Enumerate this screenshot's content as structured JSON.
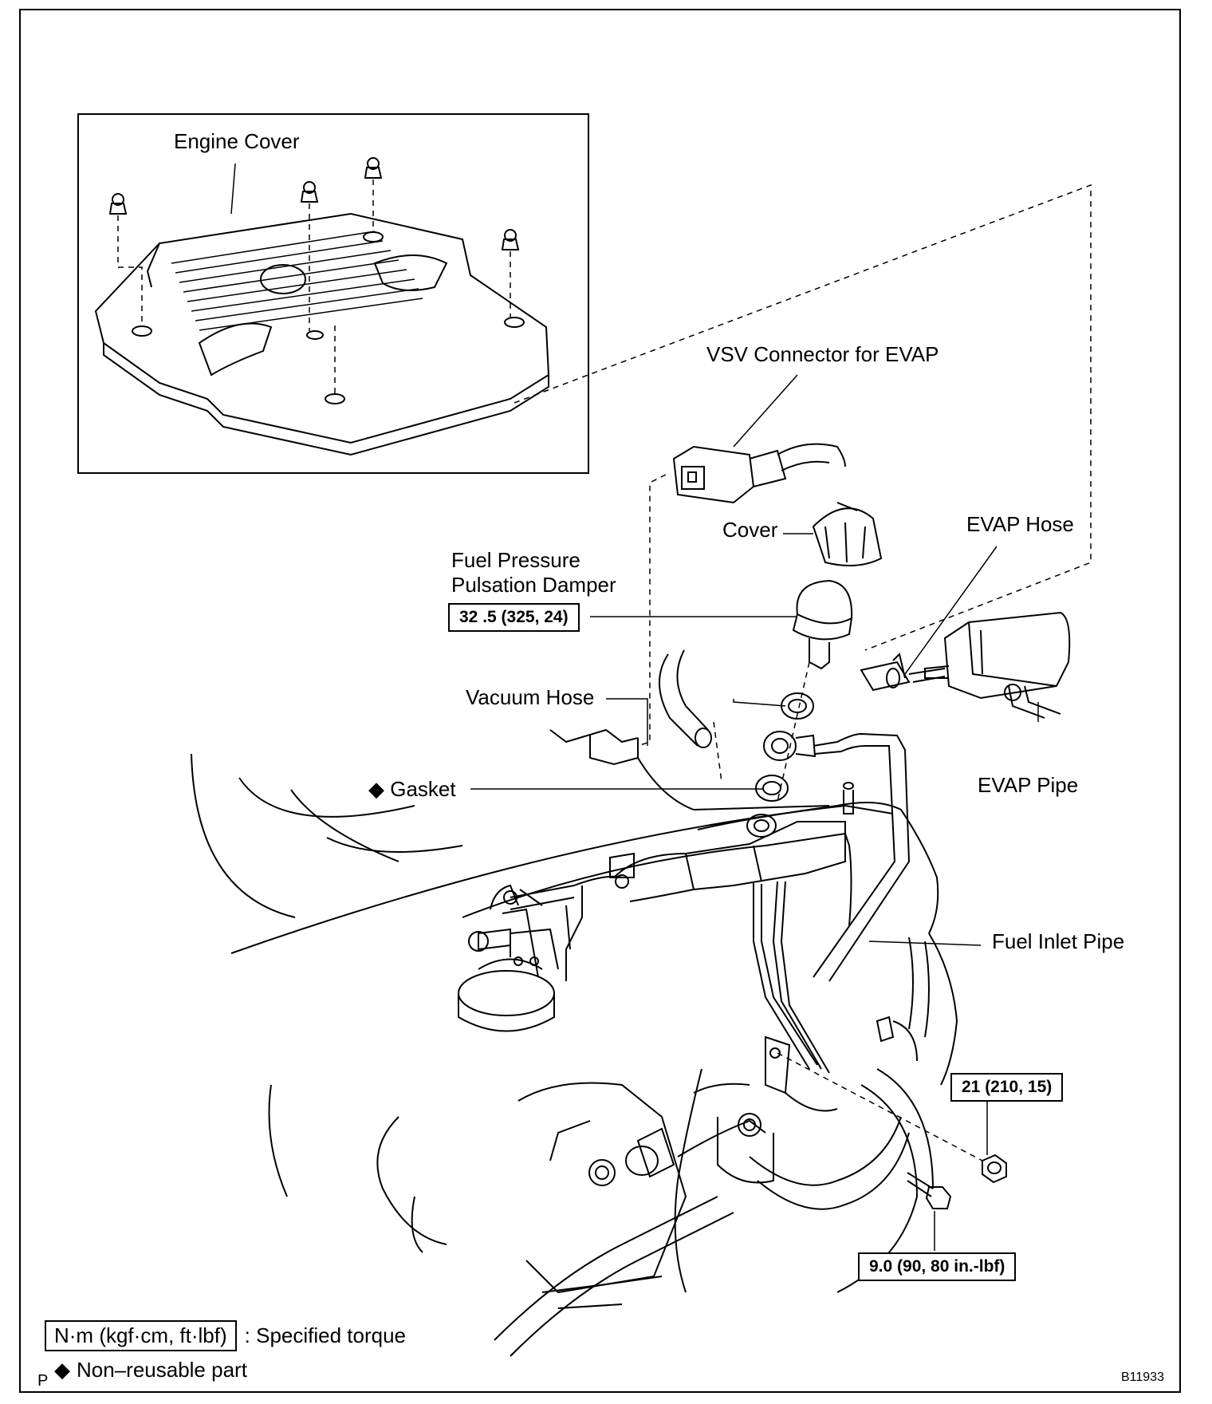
{
  "labels": {
    "engine_cover": "Engine Cover",
    "vsv_connector": "VSV Connector for EVAP",
    "cover": "Cover",
    "evap_hose": "EVAP Hose",
    "damper_line1": "Fuel Pressure",
    "damper_line2": "Pulsation Damper",
    "vacuum_hose": "Vacuum Hose",
    "gasket": "Gasket",
    "evap_pipe": "EVAP Pipe",
    "fuel_inlet_pipe": "Fuel Inlet Pipe"
  },
  "symbols": {
    "non_reusable": "◆"
  },
  "torque": {
    "damper": "32 .5 (325, 24)",
    "nut": "21 (210, 15)",
    "bolt": "9.0 (90, 80 in.-lbf)"
  },
  "legend": {
    "torque_unit": "N·m (kgf·cm, ft·lbf)",
    "torque_desc": ": Specified torque",
    "non_reusable": "Non–reusable part"
  },
  "page_mark": "P",
  "figure_code": "B11933"
}
